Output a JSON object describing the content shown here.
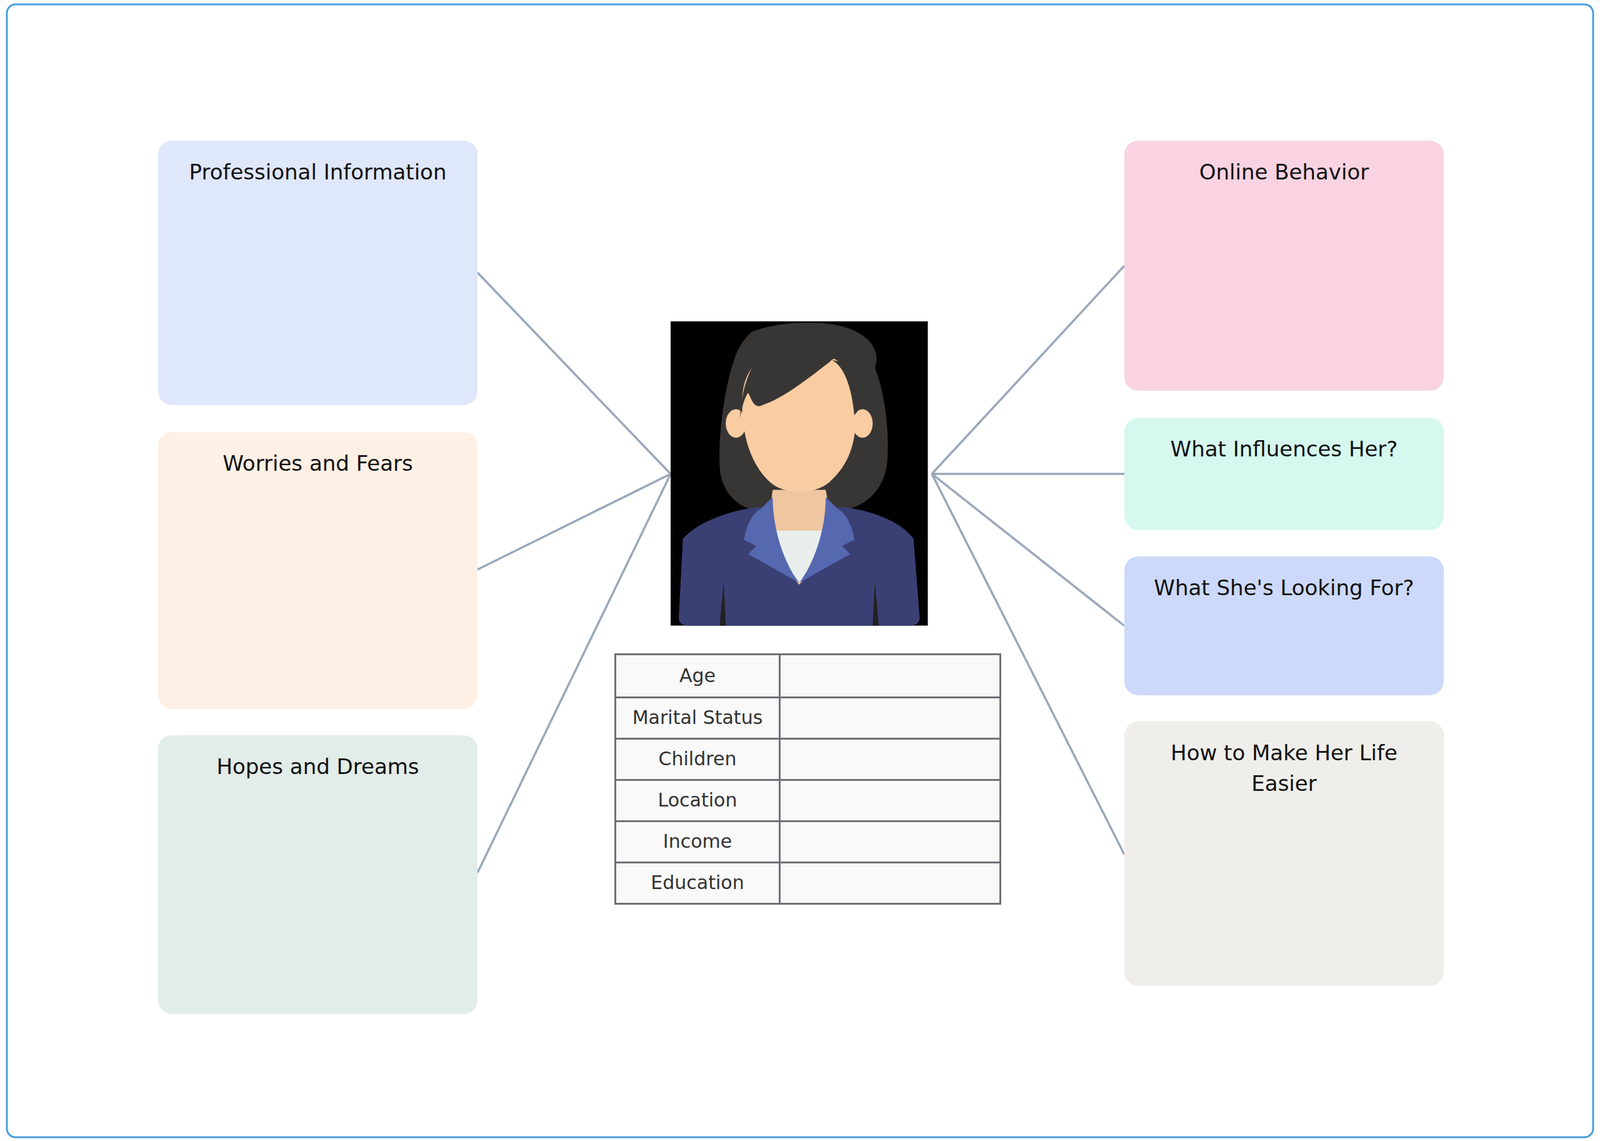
{
  "diagram": {
    "nodes": [
      {
        "text": [
          "Professional Information"
        ]
      },
      {
        "text": [
          "Worries and Fears"
        ]
      },
      {
        "text": [
          "Hopes and Dreams"
        ]
      },
      {
        "text": [
          "Online Behavior"
        ]
      },
      {
        "text": [
          "What Influences Her?"
        ]
      },
      {
        "text": [
          "What She's Looking For?"
        ]
      },
      {
        "text": [
          "How to Make Her Life Easier"
        ]
      }
    ],
    "labels": [
      "Age",
      "Marital Status",
      "Children",
      "Location",
      "Income",
      "Education"
    ]
  }
}
